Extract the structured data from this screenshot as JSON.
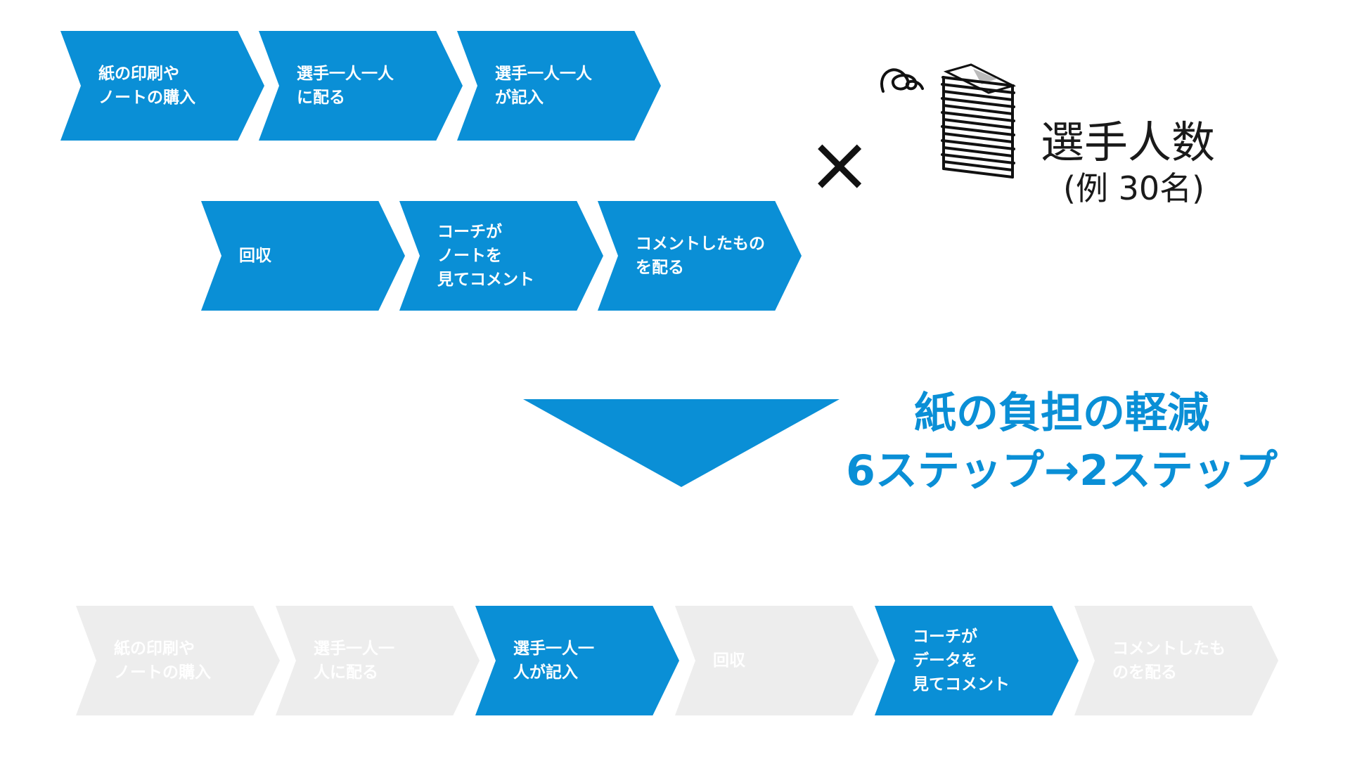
{
  "colors": {
    "accent": "#0a8fd6",
    "inactive": "#ededed",
    "text_dark": "#1a1a1a"
  },
  "current_flow": {
    "row1": [
      {
        "label": "紙の印刷や\nノートの購入"
      },
      {
        "label": "選手一人一人\nに配る"
      },
      {
        "label": "選手一人一人\nが記入"
      }
    ],
    "row2": [
      {
        "label": "回収"
      },
      {
        "label": "コーチが\nノートを\n見てコメント"
      },
      {
        "label": "コメントしたもの\nを配る"
      }
    ]
  },
  "multiplier": {
    "symbol": "×",
    "icon": "paper-stack-icon",
    "label": "選手人数",
    "sublabel": "(例 30名)"
  },
  "arrow_icon": "down-triangle-icon",
  "result": {
    "line1": "紙の負担の軽減",
    "line2": "6ステップ→2ステップ"
  },
  "new_flow": [
    {
      "label": "紙の印刷や\nノートの購入",
      "active": false
    },
    {
      "label": "選手一人一\n人に配る",
      "active": false
    },
    {
      "label": "選手一人一\n人が記入",
      "active": true
    },
    {
      "label": "回収",
      "active": false
    },
    {
      "label": "コーチが\nデータを\n見てコメント",
      "active": true
    },
    {
      "label": "コメントしたも\nのを配る",
      "active": false
    }
  ]
}
